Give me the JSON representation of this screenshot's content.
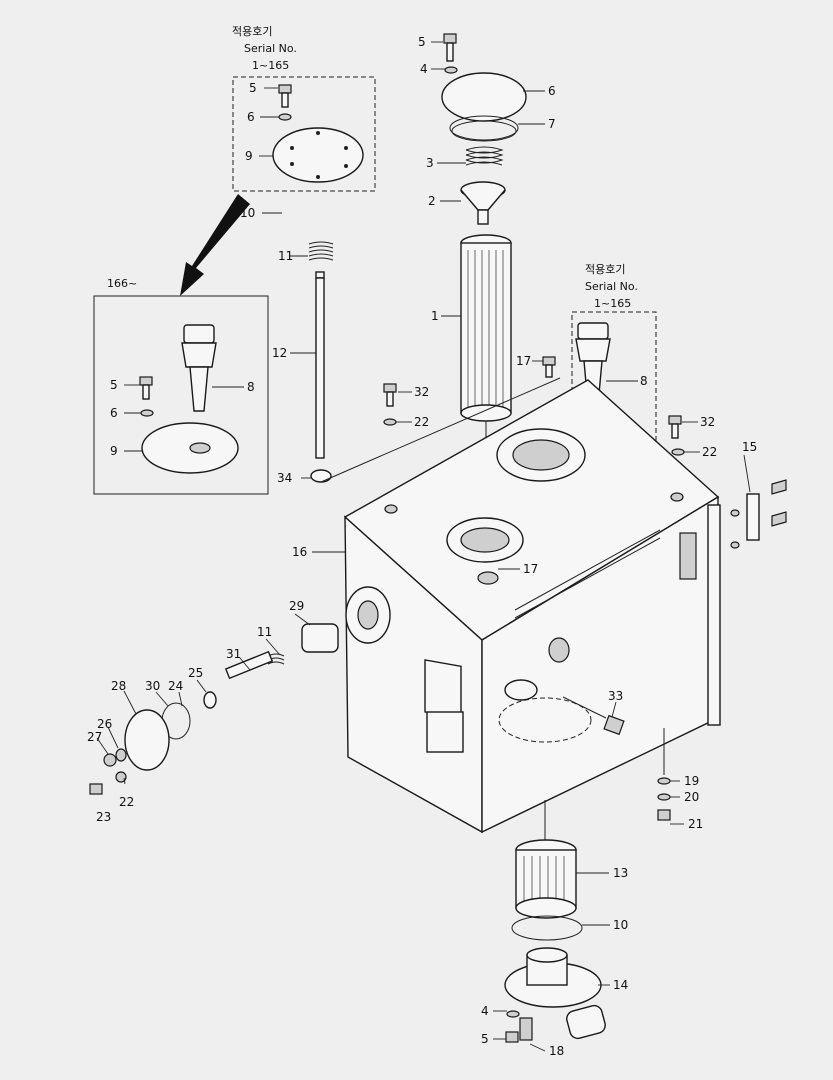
{
  "title": "",
  "box_label_serial_ko": "적용호기",
  "box_label_serial_en": "Serial No.",
  "box_label_range_1": "1~165",
  "box_label_range_2": "166~",
  "callouts": [
    "5",
    "4",
    "6",
    "7",
    "3",
    "2",
    "1",
    "17",
    "32",
    "22",
    "8",
    "15",
    "16",
    "29",
    "11",
    "31",
    "12",
    "34",
    "10",
    "9",
    "28",
    "30",
    "24",
    "25",
    "26",
    "27",
    "22",
    "23",
    "33",
    "19",
    "20",
    "21",
    "13",
    "10",
    "14",
    "4",
    "5",
    "18",
    "17",
    "32",
    "22",
    "5",
    "6",
    "9",
    "5",
    "6",
    "8",
    "11"
  ]
}
